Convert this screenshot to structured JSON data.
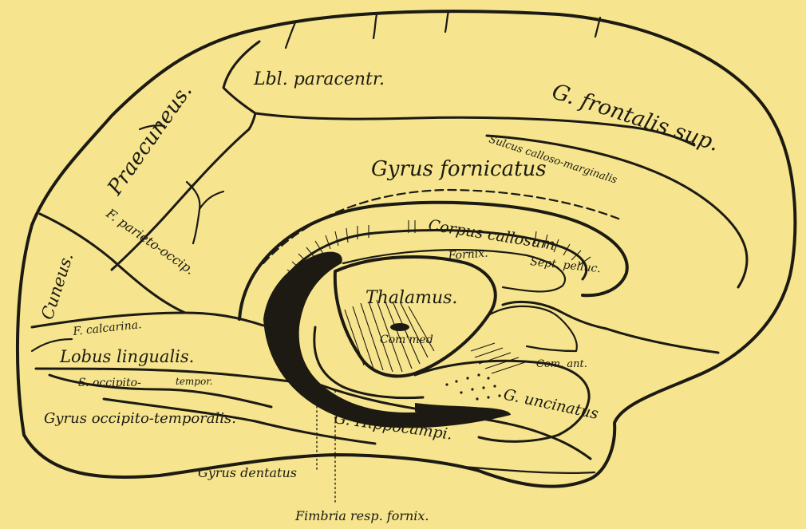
{
  "labels": {
    "lbl_paracentr": "Lbl. paracentr.",
    "g_frontalis_sup": "G. frontalis sup.",
    "praecuneus": "Praecuneus.",
    "sulcus_calloso_marginalis": "Sulcus calloso-marginalis",
    "gyrus_fornicatus": "Gyrus fornicatus",
    "f_parieto_occip": "F. parieto-occip.",
    "corpus_callosum": "Corpus callosum",
    "cuneus": "Cuneus.",
    "fornix": "Fornix.",
    "sept_pelluc": "Sept. pelluc.",
    "thalamus": "Thalamus.",
    "f_calcarina": "F. calcarina.",
    "com_med": "Com'med",
    "lobus_lingualis": "Lobus lingualis.",
    "com_ant": "Com. ant.",
    "s_occipito": "S. occipito-",
    "tempor": "tempor.",
    "g_uncinatus": "G. uncinatus",
    "gyrus_occipito_temporalis": "Gyrus occipito-temporalis.",
    "g_hippocampi": "G. Hippocampi.",
    "gyrus_dentatus": "Gyrus dentatus",
    "fimbria": "Fimbria resp. fornix."
  }
}
